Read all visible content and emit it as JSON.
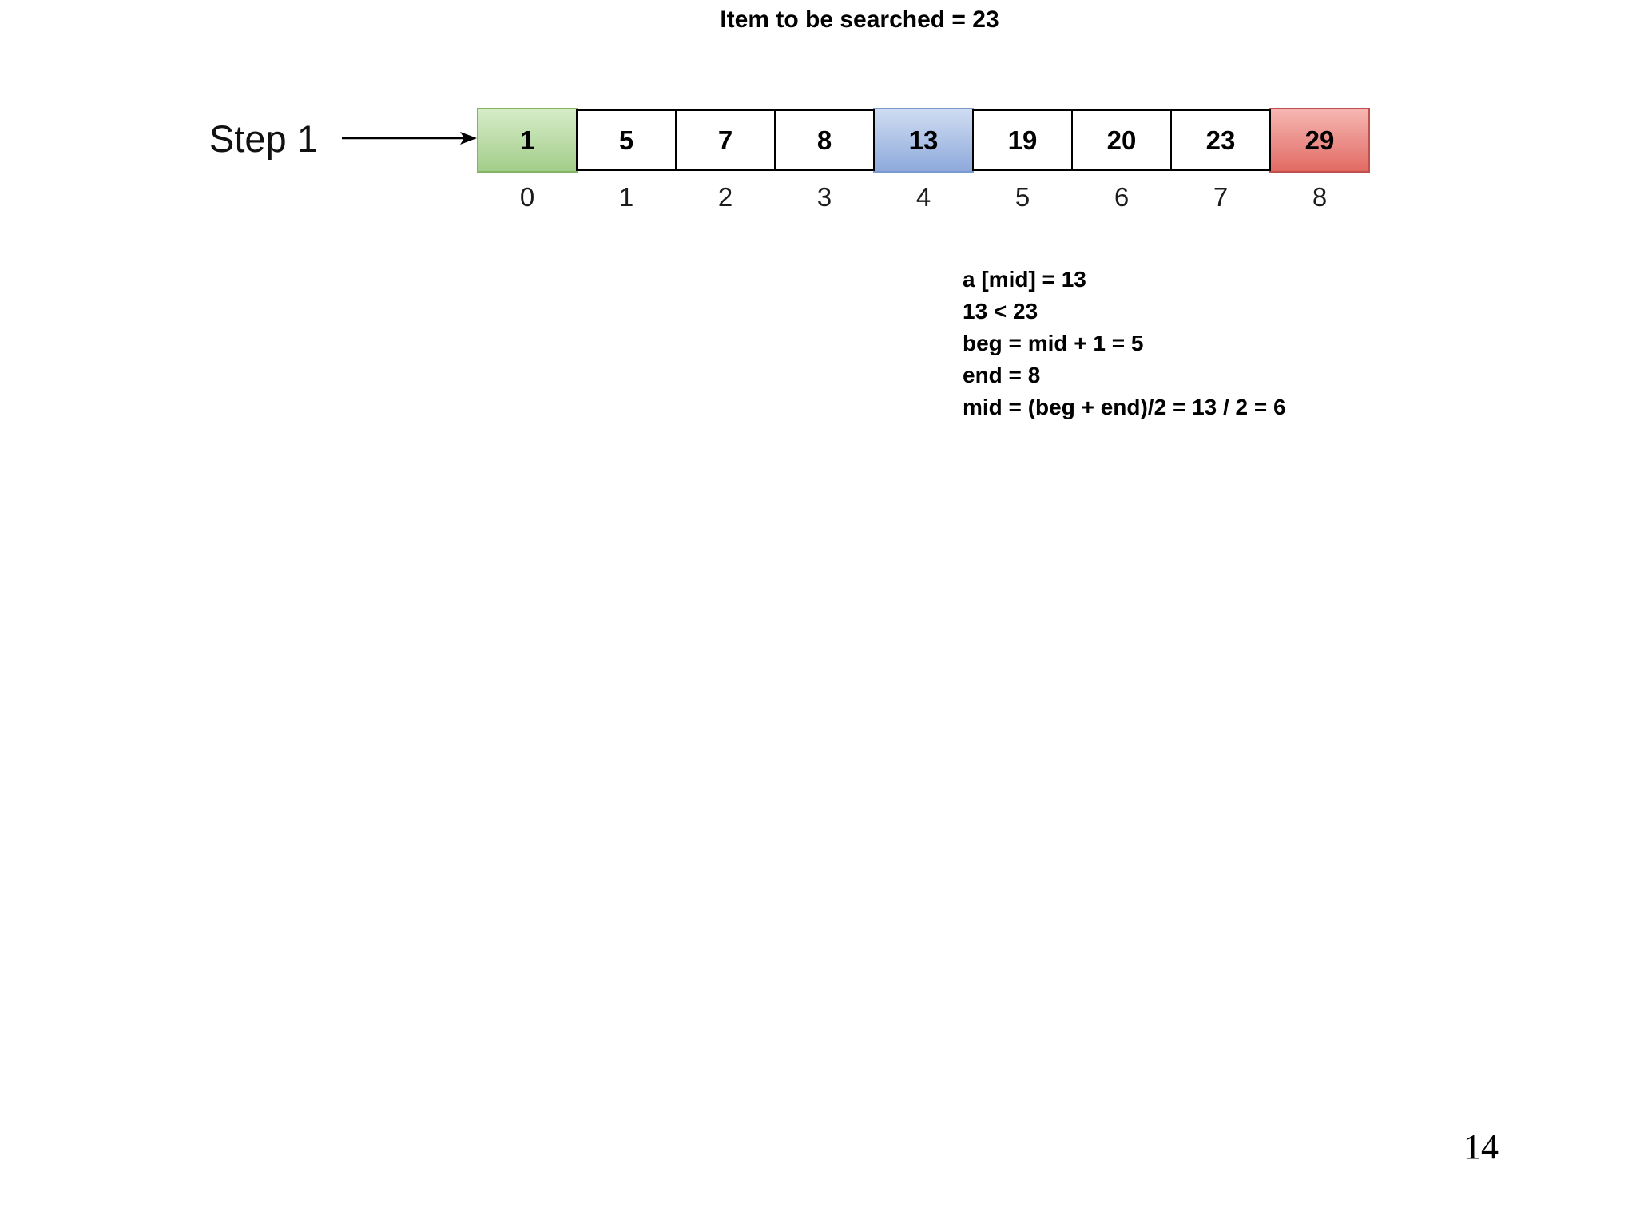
{
  "title": "Item to be searched = 23",
  "step": {
    "label": "Step 1"
  },
  "array": {
    "cells": [
      {
        "value": "1",
        "index": "0",
        "color": "green"
      },
      {
        "value": "5",
        "index": "1",
        "color": "white"
      },
      {
        "value": "7",
        "index": "2",
        "color": "white"
      },
      {
        "value": "8",
        "index": "3",
        "color": "white"
      },
      {
        "value": "13",
        "index": "4",
        "color": "blue"
      },
      {
        "value": "19",
        "index": "5",
        "color": "white"
      },
      {
        "value": "20",
        "index": "6",
        "color": "white"
      },
      {
        "value": "23",
        "index": "7",
        "color": "white"
      },
      {
        "value": "29",
        "index": "8",
        "color": "red"
      }
    ]
  },
  "info_lines": [
    "a [mid] = 13",
    "13 < 23",
    "beg = mid + 1 = 5",
    "end = 8",
    "mid = (beg + end)/2 = 13 / 2 = 6"
  ],
  "page_number": "14",
  "colors": {
    "green": {
      "top": "#d6ecc8",
      "bottom": "#a3cd8a",
      "border": "#84b566"
    },
    "blue": {
      "top": "#cfddf2",
      "bottom": "#8ea9db",
      "border": "#7a99ce"
    },
    "red": {
      "top": "#f6b6b2",
      "bottom": "#e26b64",
      "border": "#c0504d"
    },
    "arrow": "#000000"
  }
}
